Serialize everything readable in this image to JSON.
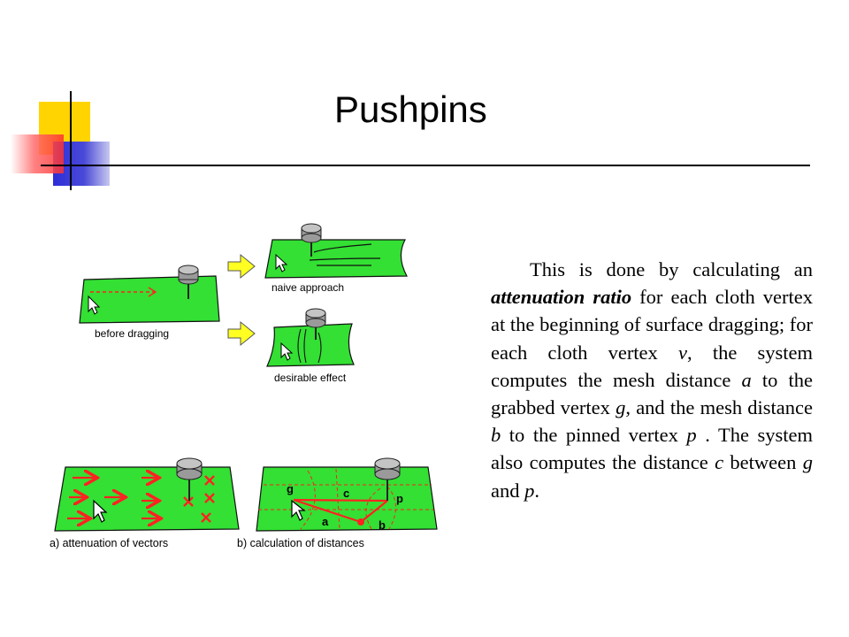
{
  "slide": {
    "title": "Pushpins",
    "body": [
      {
        "t": "This is done by calculating an "
      },
      {
        "t": "attenuation ratio",
        "style": "bi"
      },
      {
        "t": " for each cloth vertex at the beginning of surface dragging; for each cloth vertex "
      },
      {
        "t": "v",
        "style": "i"
      },
      {
        "t": ", the system computes the mesh distance "
      },
      {
        "t": "a",
        "style": "i"
      },
      {
        "t": " to the grabbed vertex "
      },
      {
        "t": "g",
        "style": "i"
      },
      {
        "t": ", and the mesh distance "
      },
      {
        "t": "b",
        "style": "i"
      },
      {
        "t": " to the pinned vertex "
      },
      {
        "t": "p",
        "style": "i"
      },
      {
        "t": " . The system also computes the distance "
      },
      {
        "t": "c",
        "style": "i"
      },
      {
        "t": " between "
      },
      {
        "t": "g",
        "style": "i"
      },
      {
        "t": " and "
      },
      {
        "t": "p",
        "style": "i"
      },
      {
        "t": "."
      }
    ]
  },
  "figure": {
    "labels": {
      "before": "before dragging",
      "naive": "naive approach",
      "desirable": "desirable effect",
      "attenuation": "a) attenuation of vectors",
      "calculation": "b) calculation of distances",
      "g": "g",
      "c": "c",
      "p": "p",
      "a": "a",
      "b": "b"
    }
  },
  "colors": {
    "cloth": "#33e033",
    "arrow_yellow": "#ffff22",
    "red": "#ff2222",
    "deco_yellow": "#ffd700",
    "deco_blue": "#3333dd",
    "deco_red": "#ff4444"
  }
}
